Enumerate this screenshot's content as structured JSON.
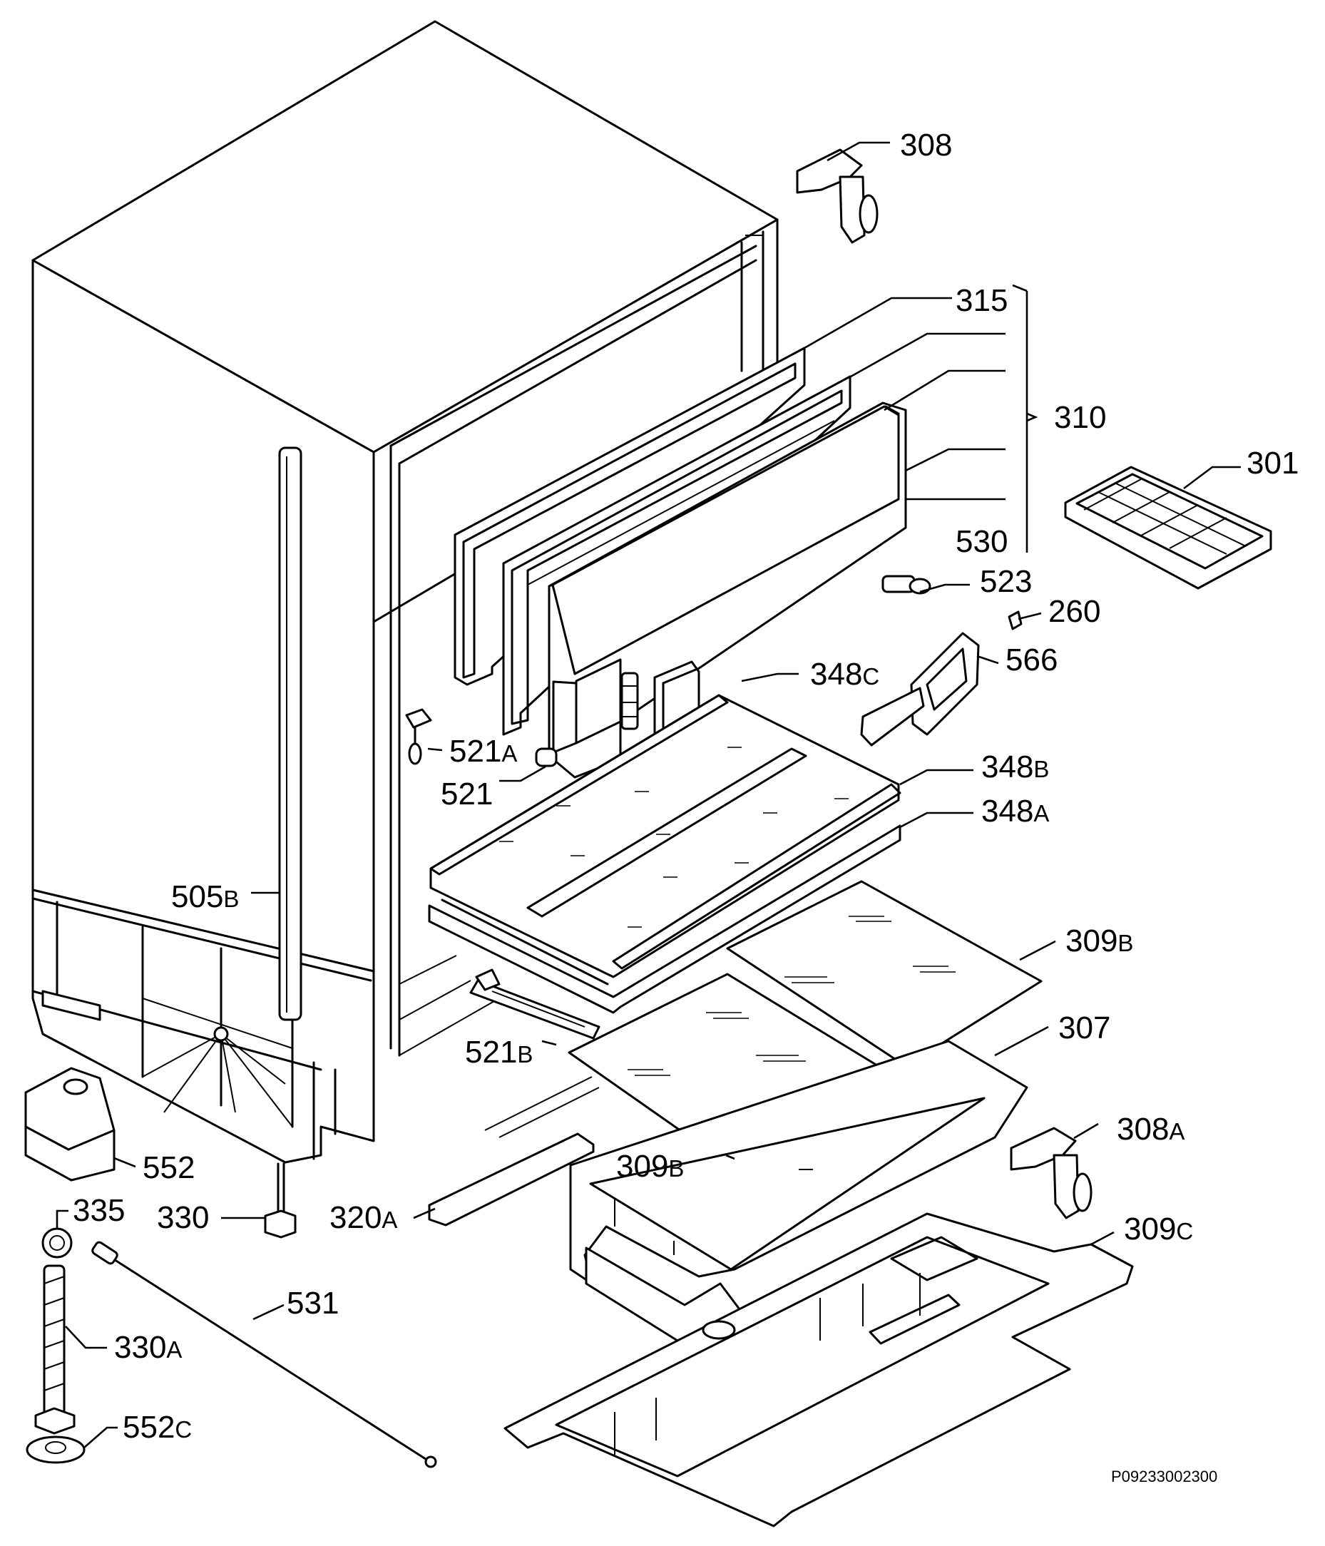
{
  "diagram": {
    "drawing_code": "P09233002300",
    "parts": [
      {
        "id": "308",
        "number": "308",
        "suffix": ""
      },
      {
        "id": "315",
        "number": "315",
        "suffix": ""
      },
      {
        "id": "310",
        "number": "310",
        "suffix": ""
      },
      {
        "id": "301",
        "number": "301",
        "suffix": ""
      },
      {
        "id": "530",
        "number": "530",
        "suffix": ""
      },
      {
        "id": "523",
        "number": "523",
        "suffix": ""
      },
      {
        "id": "260",
        "number": "260",
        "suffix": ""
      },
      {
        "id": "566",
        "number": "566",
        "suffix": ""
      },
      {
        "id": "348c",
        "number": "348",
        "suffix": "C"
      },
      {
        "id": "521a",
        "number": "521",
        "suffix": "A"
      },
      {
        "id": "521",
        "number": "521",
        "suffix": ""
      },
      {
        "id": "348b",
        "number": "348",
        "suffix": "B"
      },
      {
        "id": "348a",
        "number": "348",
        "suffix": "A"
      },
      {
        "id": "505b",
        "number": "505",
        "suffix": "B"
      },
      {
        "id": "309b-top",
        "number": "309",
        "suffix": "B"
      },
      {
        "id": "521b",
        "number": "521",
        "suffix": "B"
      },
      {
        "id": "307",
        "number": "307",
        "suffix": ""
      },
      {
        "id": "552",
        "number": "552",
        "suffix": ""
      },
      {
        "id": "308a",
        "number": "308",
        "suffix": "A"
      },
      {
        "id": "309b-bottom",
        "number": "309",
        "suffix": "B"
      },
      {
        "id": "335",
        "number": "335",
        "suffix": ""
      },
      {
        "id": "330",
        "number": "330",
        "suffix": ""
      },
      {
        "id": "320a",
        "number": "320",
        "suffix": "A"
      },
      {
        "id": "309c",
        "number": "309",
        "suffix": "C"
      },
      {
        "id": "531",
        "number": "531",
        "suffix": ""
      },
      {
        "id": "330a",
        "number": "330",
        "suffix": "A"
      },
      {
        "id": "552c",
        "number": "552",
        "suffix": "C"
      }
    ]
  }
}
